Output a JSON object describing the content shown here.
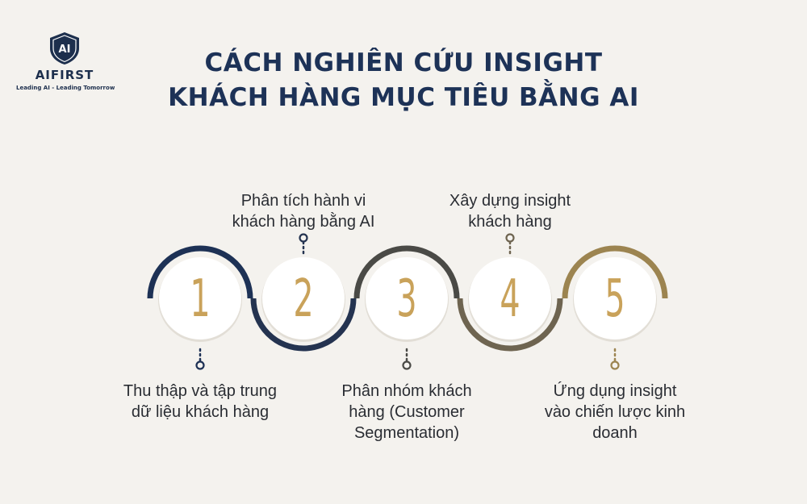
{
  "brand": {
    "logo_mark": "AI",
    "name": "AIFIRST",
    "tagline": "Leading AI - Leading Tomorrow"
  },
  "title": {
    "line1": "CÁCH NGHIÊN CỨU INSIGHT",
    "line2": "KHÁCH HÀNG MỤC TIÊU BẰNG AI"
  },
  "steps": [
    {
      "number": "1",
      "label_lines": [
        "Thu thập và tập trung",
        "dữ liệu khách hàng"
      ],
      "label_position": "below",
      "arc": "top",
      "color": "#1d3155"
    },
    {
      "number": "2",
      "label_lines": [
        "Phân tích hành vi",
        "khách hàng bằng AI"
      ],
      "label_position": "above",
      "arc": "bottom",
      "color": "#243350"
    },
    {
      "number": "3",
      "label_lines": [
        "Phân nhóm khách",
        "hàng (Customer",
        "Segmentation)"
      ],
      "label_position": "below",
      "arc": "top",
      "color": "#4a4a46"
    },
    {
      "number": "4",
      "label_lines": [
        "Xây dựng insight",
        "khách hàng"
      ],
      "label_position": "above",
      "arc": "bottom",
      "color": "#6e6450"
    },
    {
      "number": "5",
      "label_lines": [
        "Ứng dụng insight",
        "vào chiến lược kinh",
        "doanh"
      ],
      "label_position": "below",
      "arc": "top",
      "color": "#9c8450"
    }
  ],
  "colors": {
    "background": "#f4f2ee",
    "title": "#1d3257",
    "number": "#c9a25a",
    "circle_fill": "#ffffff",
    "label_text": "#2a2d33"
  }
}
